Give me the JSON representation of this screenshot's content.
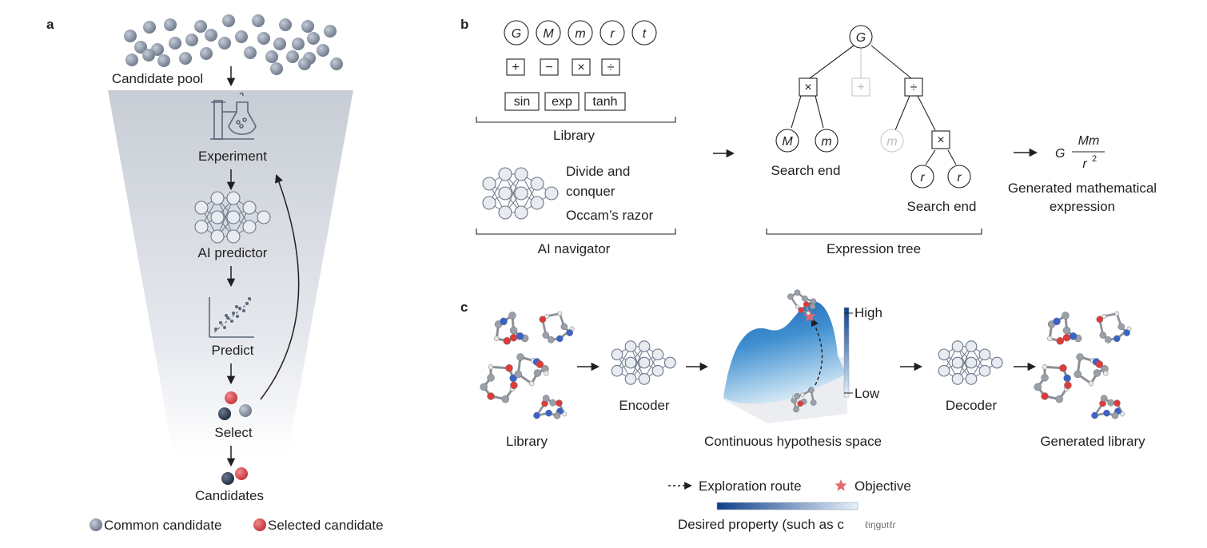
{
  "panels": {
    "a": {
      "letter": "a",
      "candidate_pool": "Candidate pool",
      "experiment": "Experiment",
      "ai_predictor": "AI predictor",
      "predict": "Predict",
      "select": "Select",
      "candidates": "Candidates",
      "legend_common": "Common candidate",
      "legend_selected": "Selected candidate"
    },
    "b": {
      "letter": "b",
      "variables": [
        "G",
        "M",
        "m",
        "r",
        "t"
      ],
      "operators": [
        "+",
        "−",
        "×",
        "÷"
      ],
      "functions": [
        "sin",
        "exp",
        "tanh"
      ],
      "library": "Library",
      "strategy_1a": "Divide and",
      "strategy_1b": "conquer",
      "strategy_2": "Occam’s razor",
      "ai_navigator": "AI navigator",
      "tree": {
        "root": "G",
        "op_left": "×",
        "op_mid": "+",
        "op_right": "÷",
        "leaf_M": "M",
        "leaf_m": "m",
        "leaf_m_grey": "m",
        "op_sub": "×",
        "leaf_r1": "r",
        "leaf_r2": "r"
      },
      "search_end_1": "Search end",
      "search_end_2": "Search end",
      "expression_tree": "Expression tree",
      "expr_G": "G",
      "expr_num": "Mm",
      "expr_den": "r",
      "expr_exp": "2",
      "generated_1": "Generated mathematical",
      "generated_2": "expression"
    },
    "c": {
      "letter": "c",
      "library": "Library",
      "encoder": "Encoder",
      "space": "Continuous hypothesis space",
      "high": "High",
      "low": "Low",
      "decoder": "Decoder",
      "generated_library": "Generated library",
      "legend_route": "Exploration route",
      "legend_objective": "Objective",
      "desired_property": "Desired property (such as c",
      "desired_property_tail": "ℓ𝔦ηgυ𝔱ℓɾ"
    }
  },
  "colors": {
    "common": "#8a96a8",
    "selected": "#d8474c",
    "dark": "#2e3b52",
    "funnel_top": "#c9ced6",
    "surface_deep": "#1d5ea8",
    "surface_light": "#d9ecf7"
  }
}
